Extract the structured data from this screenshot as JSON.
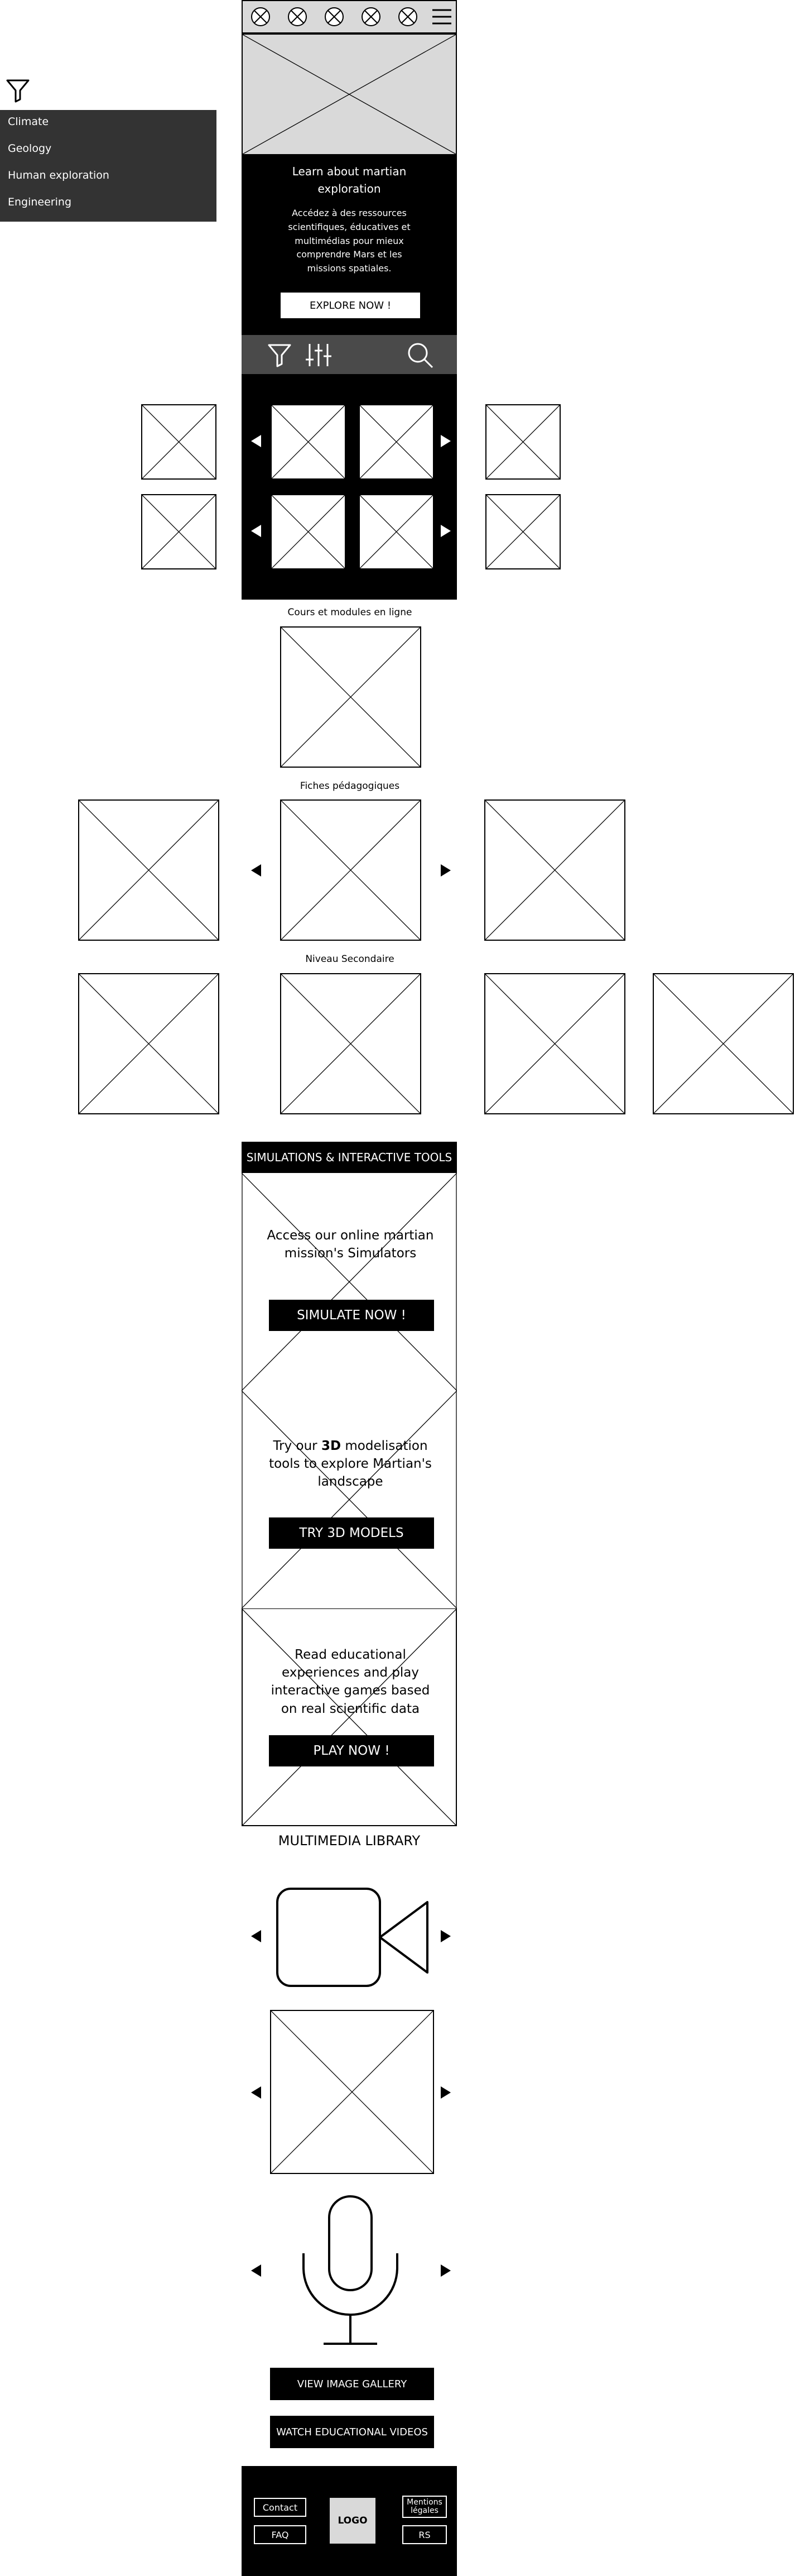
{
  "filter_panel": {
    "categories": [
      "Climate",
      "Geology",
      "Human exploration",
      "Engineering"
    ]
  },
  "hero": {
    "title": "Learn about martian exploration",
    "description": "Accédez à des ressources scientifiques, éducatives et multimédias pour mieux comprendre Mars et les missions spatiales.",
    "cta_label": "EXPLORE NOW !"
  },
  "sections": {
    "courses_title": "Cours et modules en ligne",
    "sheets_title": "Fiches pédagogiques",
    "secondary_title": "Niveau Secondaire"
  },
  "simulations": {
    "header": "SIMULATIONS & INTERACTIVE TOOLS",
    "cards": [
      {
        "text": "Access our online martian mission's Simulators",
        "button": "SIMULATE NOW !"
      },
      {
        "text_pre": "Try our ",
        "text_bold": "3D",
        "text_post": " modelisation tools to explore Martian's landscape",
        "button": "TRY 3D MODELS"
      },
      {
        "text": "Read educational experiences and play interactive games based on real scientific data",
        "button": "PLAY NOW !"
      }
    ]
  },
  "multimedia": {
    "title": "MULTIMEDIA LIBRARY",
    "gallery_button": "VIEW IMAGE GALLERY",
    "videos_button": "WATCH EDUCATIONAL VIDEOS"
  },
  "footer": {
    "contact": "Contact",
    "faq": "FAQ",
    "logo": "LOGO",
    "legal": "Mentions légales",
    "social": "RS"
  },
  "colors": {
    "dark_panel": "#333333",
    "black": "#000000",
    "toolbar_grey": "#4a4a4a",
    "placeholder_grey": "#d9d9d9"
  }
}
